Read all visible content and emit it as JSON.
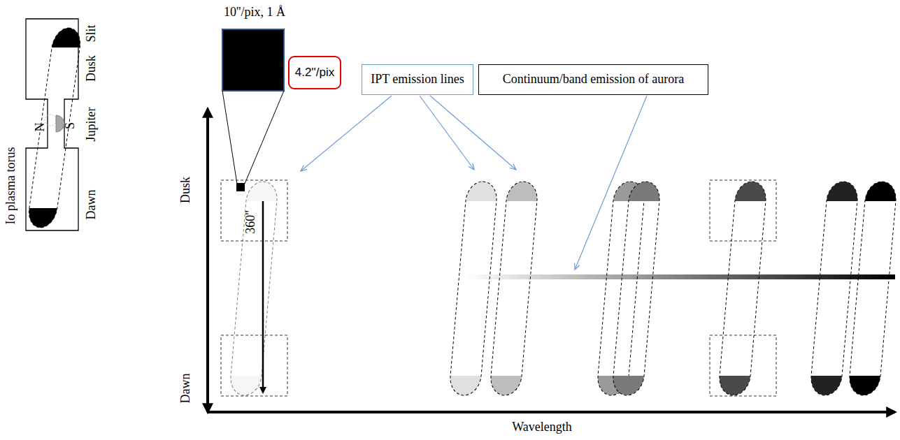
{
  "diagram": {
    "nodes": [
      {
        "text": [
          "4.2''/pix"
        ]
      },
      {
        "text": [
          "IPT emission lines"
        ]
      },
      {
        "text": [
          "Continuum/band emission of aurora"
        ]
      }
    ],
    "labels": [
      "10''/pix, 1 Å",
      "Slit",
      "Dusk",
      "Jupiter",
      "Dawn",
      "Io plasma torus",
      "N",
      "S",
      "Dusk",
      "Dawn",
      "360''",
      "Wavelength"
    ]
  }
}
